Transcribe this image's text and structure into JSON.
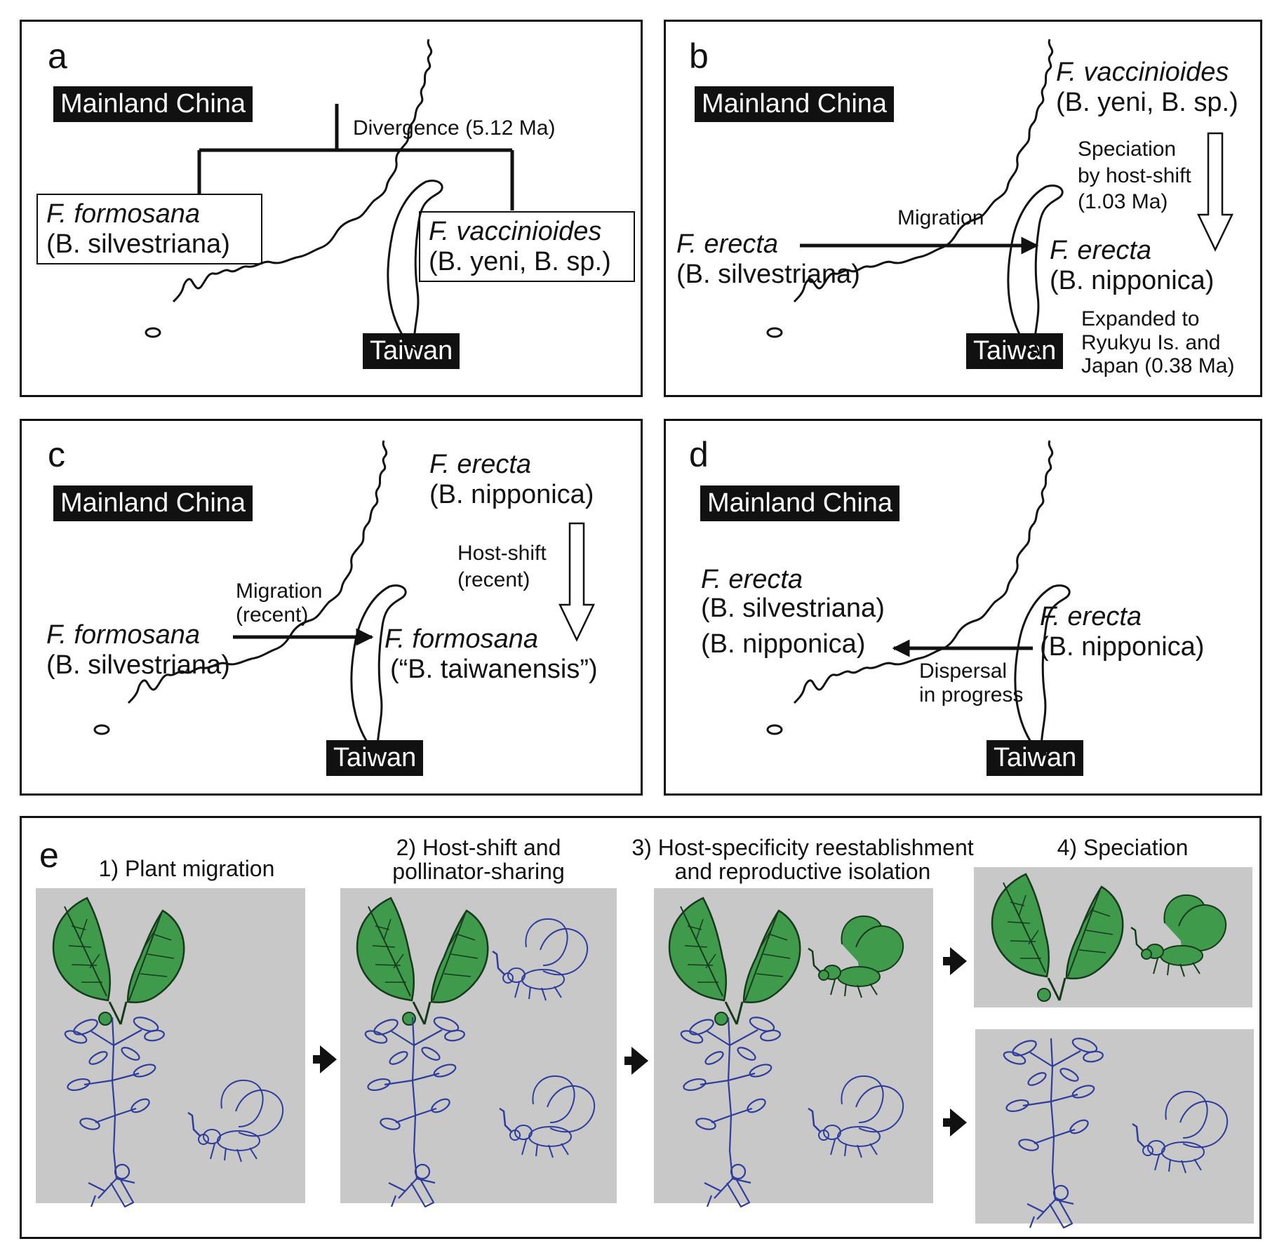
{
  "panels": {
    "a": {
      "letter": "a",
      "mainland": "Mainland China",
      "taiwan": "Taiwan",
      "divergence": "Divergence (5.12 Ma)",
      "left_species": {
        "genus": "F. formosana",
        "wasp": "(B. silvestriana)"
      },
      "right_species": {
        "genus": "F. vaccinioides",
        "wasp": "(B. yeni, B. sp.)"
      }
    },
    "b": {
      "letter": "b",
      "mainland": "Mainland China",
      "taiwan": "Taiwan",
      "top_species": {
        "genus": "F. vaccinioides",
        "wasp": "(B. yeni, B. sp.)"
      },
      "speciation": [
        "Speciation",
        "by host-shift",
        "(1.03 Ma)"
      ],
      "migration": "Migration",
      "left_species": {
        "genus": "F. erecta",
        "wasp": "(B. silvestriana)"
      },
      "right_species": {
        "genus": "F. erecta",
        "wasp": "(B. nipponica)"
      },
      "expanded": [
        "Expanded to",
        "Ryukyu Is. and",
        "Japan (0.38 Ma)"
      ]
    },
    "c": {
      "letter": "c",
      "mainland": "Mainland China",
      "taiwan": "Taiwan",
      "top_species": {
        "genus": "F. erecta",
        "wasp": "(B. nipponica)"
      },
      "hostshift": [
        "Host-shift",
        "(recent)"
      ],
      "migration": [
        "Migration",
        "(recent)"
      ],
      "left_species": {
        "genus": "F. formosana",
        "wasp": "(B. silvestriana)"
      },
      "right_species": {
        "genus": "F. formosana",
        "wasp": "(“B. taiwanensis”)"
      }
    },
    "d": {
      "letter": "d",
      "mainland": "Mainland China",
      "taiwan": "Taiwan",
      "left_species": {
        "genus": "F. erecta",
        "wasp1": "(B. silvestriana)",
        "wasp2": "(B. nipponica)"
      },
      "right_species": {
        "genus": "F. erecta",
        "wasp": "(B. nipponica)"
      },
      "dispersal": [
        "Dispersal",
        "in progress"
      ]
    },
    "e": {
      "letter": "e",
      "stages": [
        {
          "line1": "1) Plant migration",
          "line2": ""
        },
        {
          "line1": "2) Host-shift and",
          "line2": "pollinator-sharing"
        },
        {
          "line1": "3) Host-specificity reestablishment",
          "line2": "and reproductive isolation"
        },
        {
          "line1": "4) Speciation",
          "line2": ""
        }
      ]
    }
  },
  "colors": {
    "green": "#3f9a4c",
    "blue": "#2e3c9c",
    "gray": "#c8c8c8"
  },
  "icons": [
    "fig-leaf-icon",
    "fig-shrub-icon",
    "fig-wasp-icon",
    "arrow-right-icon"
  ]
}
